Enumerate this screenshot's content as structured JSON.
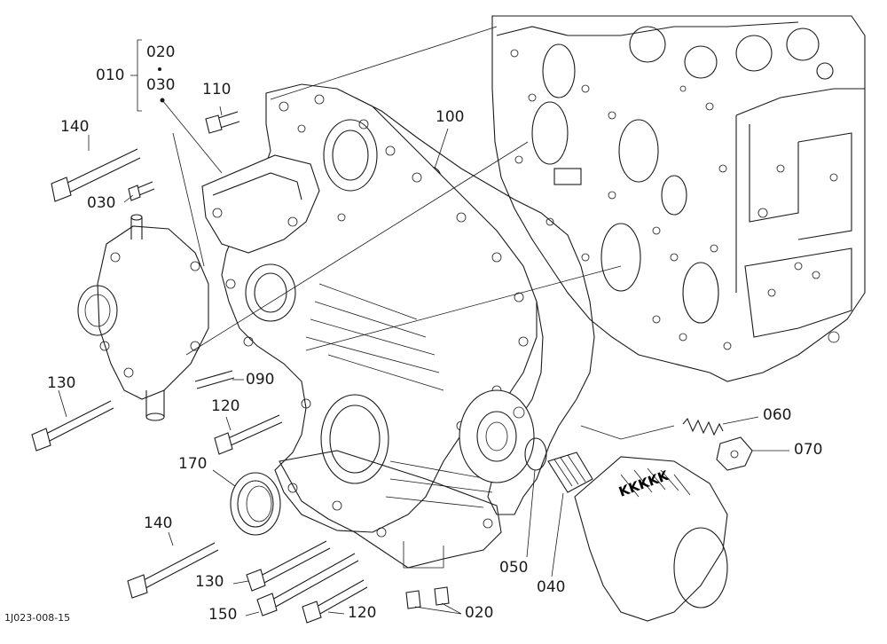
{
  "callouts": {
    "c010": "010",
    "c020_top": "020",
    "c030_top": "030",
    "c110": "110",
    "c140_top": "140",
    "c030": "030",
    "c100": "100",
    "c090": "090",
    "c130_left": "130",
    "c120_mid": "120",
    "c170": "170",
    "c060": "060",
    "c070": "070",
    "c140_bottom": "140",
    "c130_bottom": "130",
    "c150": "150",
    "c120_bottom": "120",
    "c020_bottom": "020",
    "c050": "050",
    "c040": "040"
  },
  "drawing_code": "1J023-008-15",
  "filter_brand_text": "KKKKK"
}
